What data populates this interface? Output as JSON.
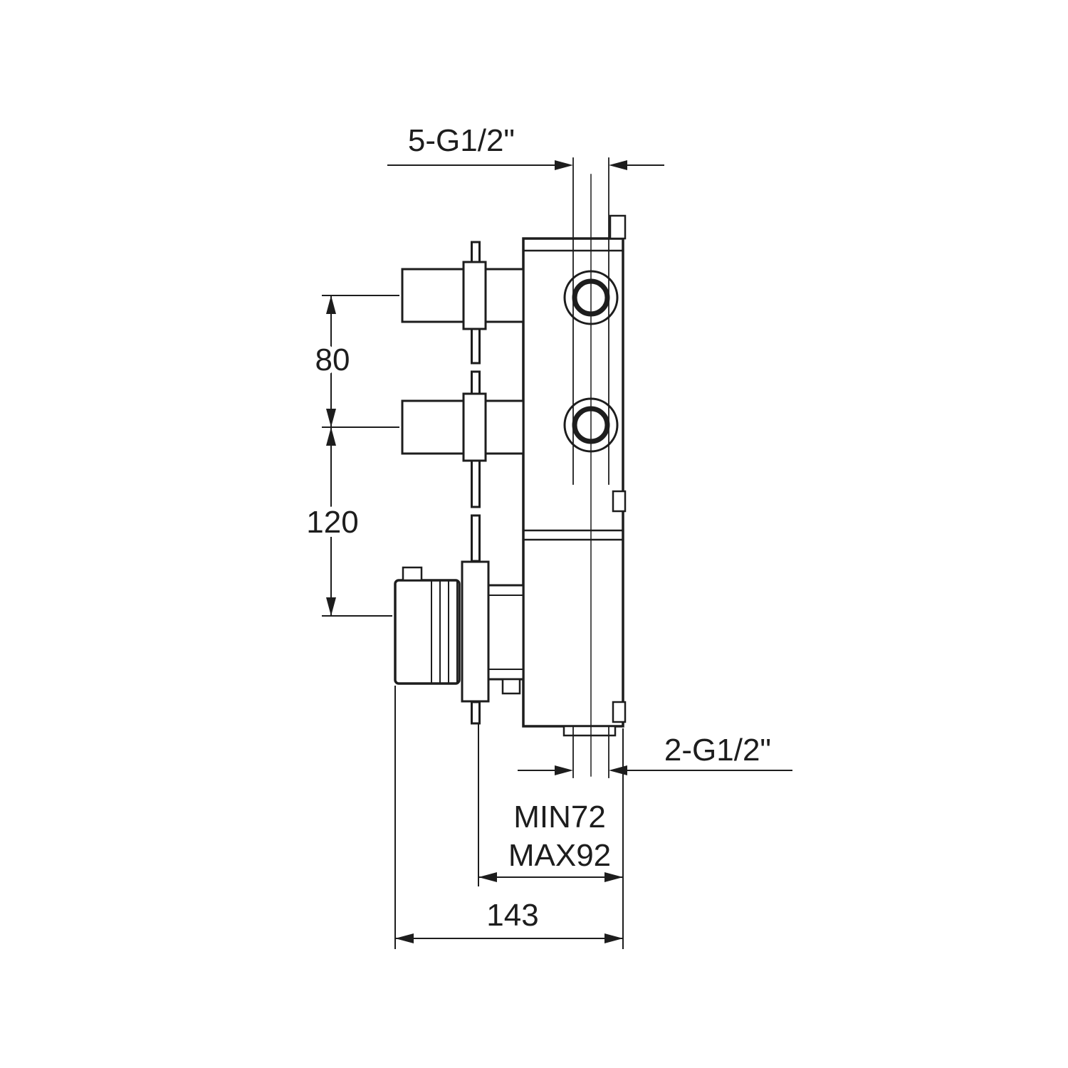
{
  "drawing": {
    "type": "technical-drawing",
    "description": "Concealed thermostatic shower mixer valve, side elevation with installation dimensions",
    "colors": {
      "line": "#1d1d1d",
      "background": "#ffffff"
    },
    "dimensions": {
      "top_ports_thread": "5-G1/2\"",
      "port_spacing_top": "80",
      "port_spacing_bottom": "120",
      "bottom_ports_thread": "2-G1/2\"",
      "depth_min": "MIN72",
      "depth_max": "MAX92",
      "overall_depth": "143"
    }
  }
}
